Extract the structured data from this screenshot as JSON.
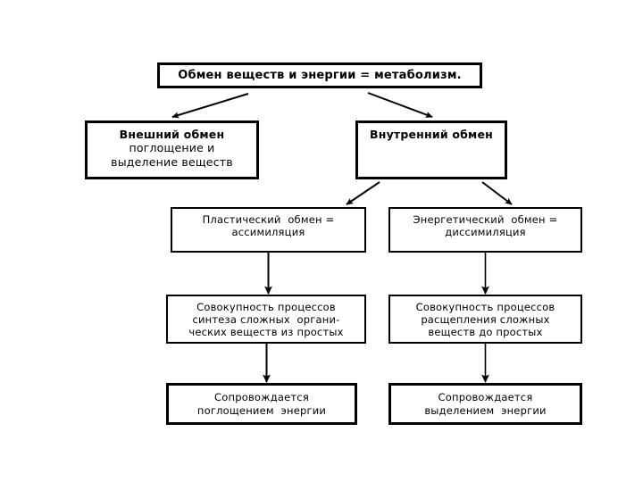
{
  "diagram": {
    "title": "Обмен веществ и энергии = метаболизм.",
    "type": "flowchart",
    "background_color": "#ffffff",
    "stroke_color": "#000000",
    "nodes": [
      {
        "id": "root",
        "lines": [
          "Обмен веществ и энергии = метаболизм."
        ],
        "bold": [
          true
        ]
      },
      {
        "id": "external",
        "lines": [
          "Внешний обмен",
          "поглощение и",
          "выделение веществ"
        ],
        "bold": [
          true,
          false,
          false
        ]
      },
      {
        "id": "internal",
        "lines": [
          "Внутренний обмен"
        ],
        "bold": [
          true
        ]
      },
      {
        "id": "plastic",
        "lines": [
          "Пластический  обмен =",
          "ассимиляция"
        ],
        "bold": [
          false,
          false
        ]
      },
      {
        "id": "energetic",
        "lines": [
          "Энергетический  обмен =",
          "диссимиляция"
        ],
        "bold": [
          false,
          false
        ]
      },
      {
        "id": "synthesis",
        "lines": [
          "Совокупность процессов",
          "синтеза сложных  органи-",
          "ческих веществ из простых"
        ],
        "bold": [
          false,
          false,
          false
        ]
      },
      {
        "id": "breakdown",
        "lines": [
          "Совокупность процессов",
          "расщепления сложных",
          "веществ до простых"
        ],
        "bold": [
          false,
          false,
          false
        ]
      },
      {
        "id": "absorb",
        "lines": [
          "Сопровождается",
          "поглощением  энергии"
        ],
        "bold": [
          false,
          false
        ]
      },
      {
        "id": "release",
        "lines": [
          "Сопровождается",
          "выделением  энергии"
        ],
        "bold": [
          false,
          false
        ]
      }
    ],
    "edges": [
      {
        "id": "root-to-external",
        "from": "root",
        "to": "external",
        "style": "diagonal"
      },
      {
        "id": "root-to-internal",
        "from": "root",
        "to": "internal",
        "style": "diagonal"
      },
      {
        "id": "internal-to-plastic",
        "from": "internal",
        "to": "plastic",
        "style": "diagonal"
      },
      {
        "id": "internal-to-energetic",
        "from": "internal",
        "to": "energetic",
        "style": "diagonal"
      },
      {
        "id": "plastic-to-synthesis",
        "from": "plastic",
        "to": "synthesis",
        "style": "vertical"
      },
      {
        "id": "energetic-to-breakdown",
        "from": "energetic",
        "to": "breakdown",
        "style": "vertical"
      },
      {
        "id": "synthesis-to-absorb",
        "from": "synthesis",
        "to": "absorb",
        "style": "vertical"
      },
      {
        "id": "breakdown-to-release",
        "from": "breakdown",
        "to": "release",
        "style": "vertical"
      }
    ]
  }
}
